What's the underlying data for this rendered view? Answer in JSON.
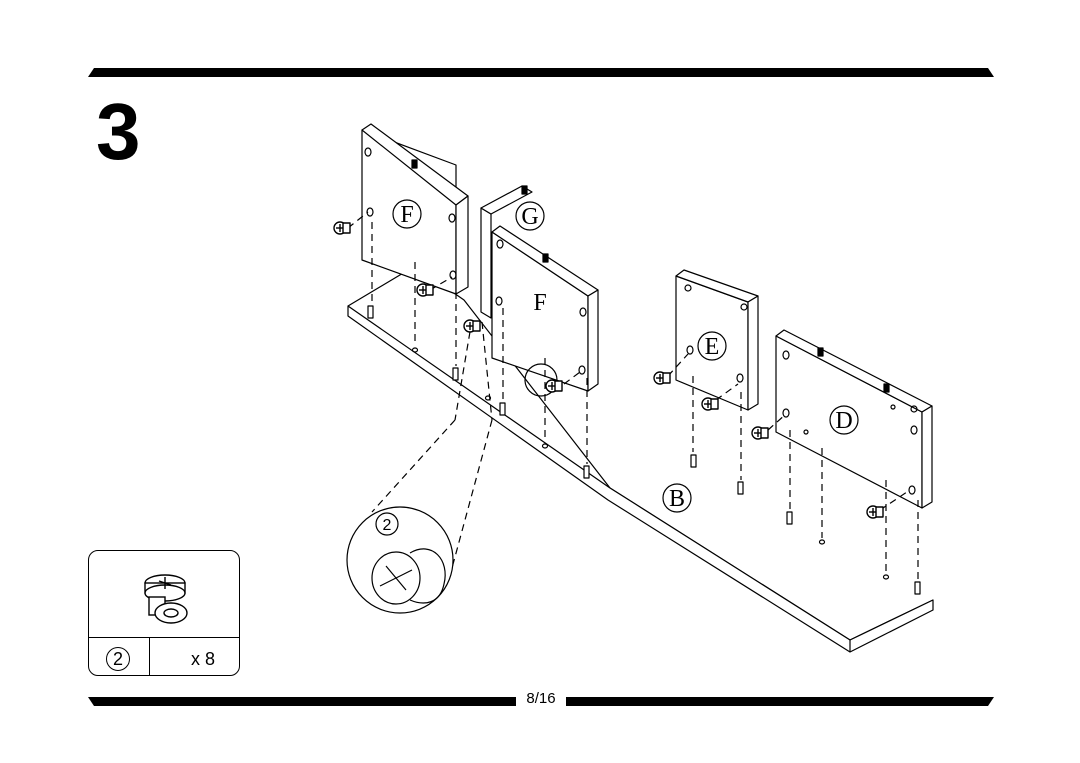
{
  "step": {
    "number": "3"
  },
  "page": {
    "number": "8/16"
  },
  "panels": {
    "f_rear": "F",
    "g": "G",
    "f_front": "F",
    "e": "E",
    "d": "D",
    "b": "B"
  },
  "detail": {
    "callout_id": "2"
  },
  "parts_box": {
    "part_id": "2",
    "quantity": "x 8"
  }
}
